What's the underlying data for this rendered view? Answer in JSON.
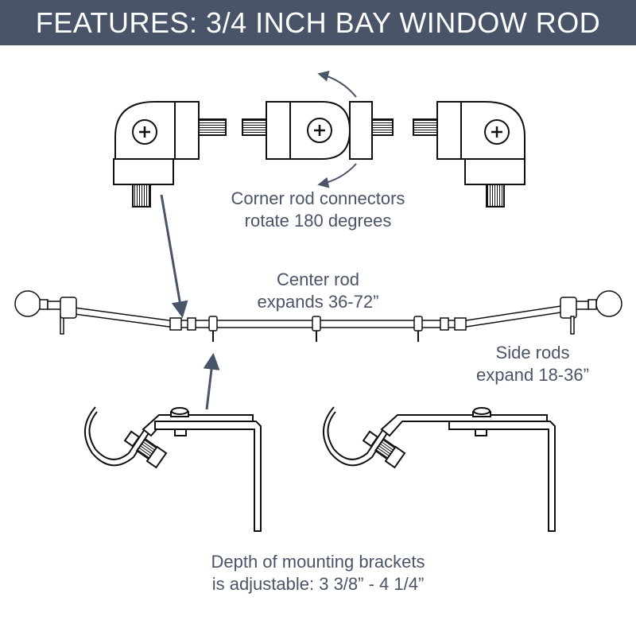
{
  "header": {
    "title": "FEATURES: 3/4 INCH BAY WINDOW ROD"
  },
  "captions": {
    "corner": [
      "Corner rod connectors",
      "rotate 180 degrees"
    ],
    "center": [
      "Center rod",
      "expands 36-72”"
    ],
    "side": [
      "Side rods",
      "expand 18-36”"
    ],
    "depth": [
      "Depth of mounting brackets",
      "is adjustable: 3 3/8” - 4 1/4”"
    ]
  },
  "icons": [
    "connector-left-icon",
    "connector-center-icon",
    "connector-right-icon",
    "rod-assembly-icon",
    "bracket-left-icon",
    "bracket-right-icon"
  ],
  "colors": {
    "header_bg": "#4a5468",
    "header_text": "#ffffff",
    "caption_text": "#4a5468",
    "arrow": "#4a5468",
    "line_art": "#111111"
  }
}
